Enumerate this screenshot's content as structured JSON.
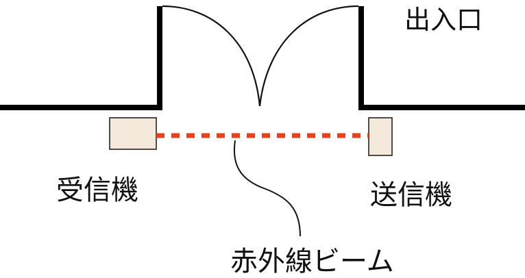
{
  "labels": {
    "entrance": "出入口",
    "receiver": "受信機",
    "transmitter": "送信機",
    "beam": "赤外線ビーム"
  },
  "colors": {
    "wall": "#000000",
    "door_arc": "#111111",
    "device_fill": "#f5e9dc",
    "device_stroke": "#222222",
    "beam": "#e2431e",
    "leader": "#111111"
  }
}
